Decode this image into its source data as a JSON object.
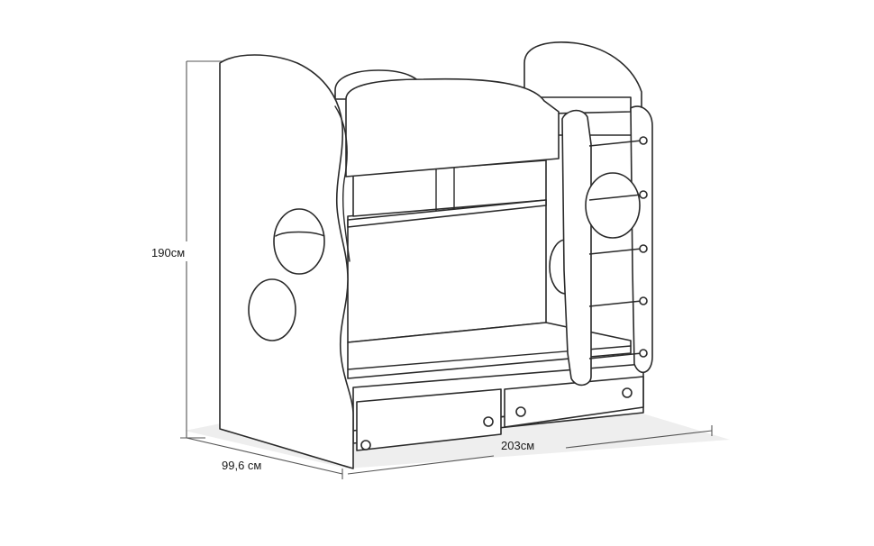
{
  "dimensions": {
    "height": "190см",
    "depth": "99,6 см",
    "width": "203см"
  }
}
